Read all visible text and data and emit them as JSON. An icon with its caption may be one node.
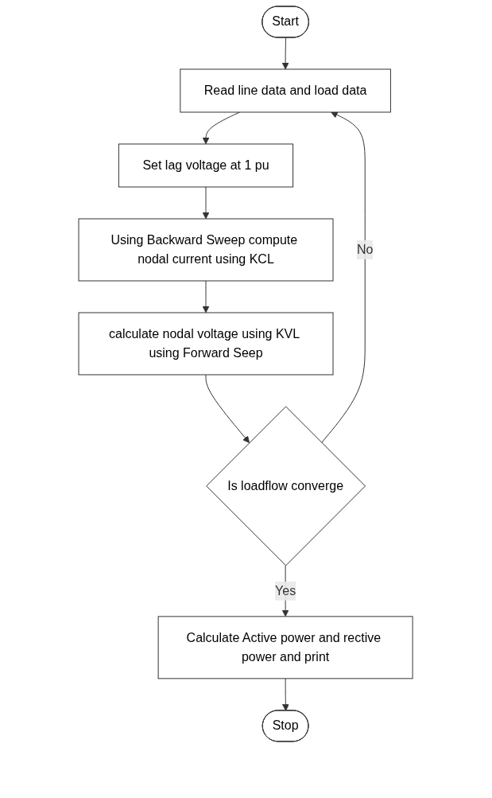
{
  "diagram": {
    "nodes": [
      {
        "text": [
          "Start"
        ]
      },
      {
        "text": [
          "Read line data and load data"
        ]
      },
      {
        "text": [
          "Set lag voltage at 1 pu"
        ]
      },
      {
        "text": [
          "Using Backward Sweep compute nodal current using KCL"
        ]
      },
      {
        "text": [
          "calculate nodal voltage using KVL using Forward Seep"
        ]
      },
      {
        "text": [
          "Is loadflow converge"
        ]
      },
      {
        "text": [
          "Calculate Active power and rective power and print"
        ]
      },
      {
        "text": [
          "Stop"
        ]
      }
    ],
    "edges": [
      {
        "from": 0,
        "to": 1,
        "arrow": "to"
      },
      {
        "from": 1,
        "to": 2,
        "arrow": "to"
      },
      {
        "from": 2,
        "to": 3,
        "arrow": "to"
      },
      {
        "from": 3,
        "to": 4,
        "arrow": "to"
      },
      {
        "from": 4,
        "to": 5,
        "arrow": "to"
      },
      {
        "from": 5,
        "to": 1,
        "arrow": "to",
        "label": "No"
      },
      {
        "from": 5,
        "to": 6,
        "arrow": "to",
        "label": "Yes"
      },
      {
        "from": 6,
        "to": 7,
        "arrow": "to"
      }
    ]
  }
}
